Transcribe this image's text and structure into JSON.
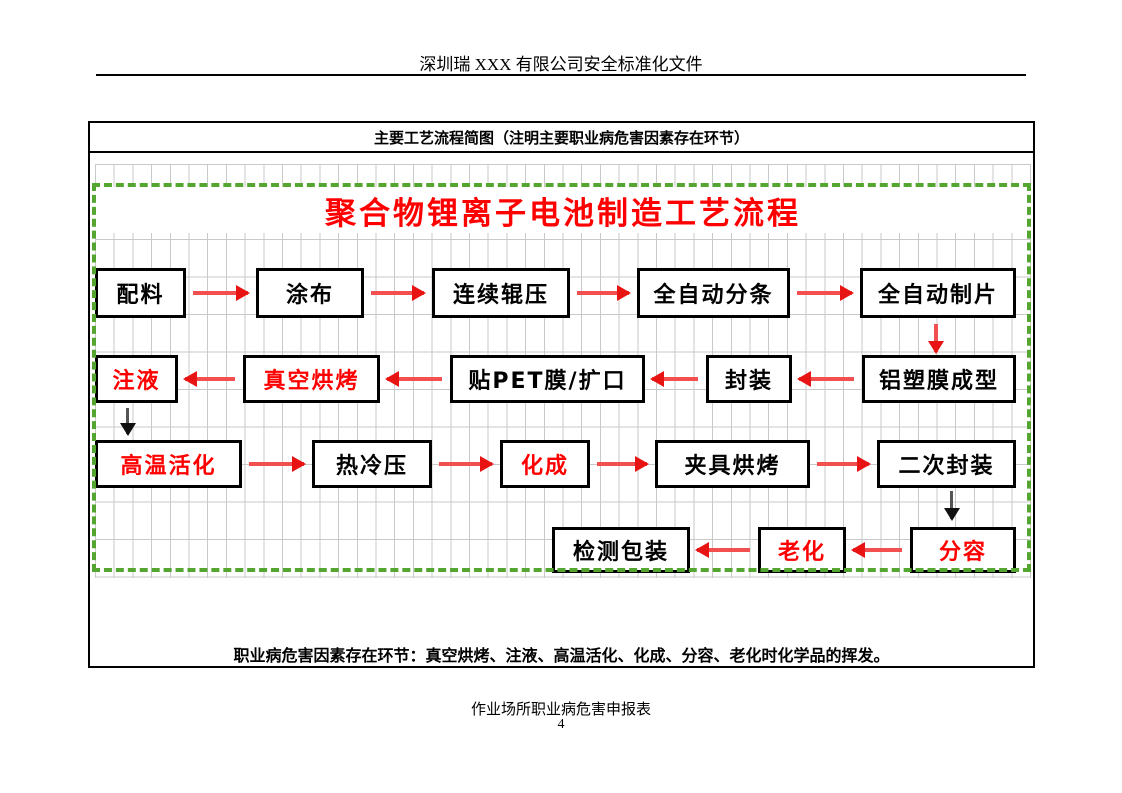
{
  "header": {
    "title": "深圳瑞 XXX 有限公司安全标准化文件"
  },
  "panel": {
    "caption": "主要工艺流程简图（注明主要职业病危害因素存在环节）",
    "diagram_title": "聚合物锂离子电池制造工艺流程",
    "note": "职业病危害因素存在环节：真空烘烤、注液、高温活化、化成、分容、老化时化学品的挥发。"
  },
  "flow": {
    "row1": [
      "配料",
      "涂布",
      "连续辊压",
      "全自动分条",
      "全自动制片"
    ],
    "row2": [
      "注液",
      "真空烘烤",
      "贴PET膜/扩口",
      "封装",
      "铝塑膜成型"
    ],
    "row3": [
      "高温活化",
      "热冷压",
      "化成",
      "夹具烘烤",
      "二次封装"
    ],
    "row4": [
      "检测包装",
      "老化",
      "分容"
    ],
    "hazard_steps": [
      "真空烘烤",
      "注液",
      "高温活化",
      "化成",
      "分容",
      "老化"
    ],
    "direction_row1": "left-to-right",
    "direction_row2": "right-to-left",
    "direction_row3": "left-to-right",
    "direction_row4": "right-to-left"
  },
  "colors": {
    "hazard_text": "#ff0000",
    "diagram_title_text": "#ff0000",
    "arrow_red": "#f25050",
    "arrow_black": "#111111",
    "dashed_border_green": "#54a630",
    "grid_line": "#c9c9c9",
    "box_border": "#000000"
  },
  "footer": {
    "doc_title": "作业场所职业病危害申报表",
    "page_number": "4"
  }
}
